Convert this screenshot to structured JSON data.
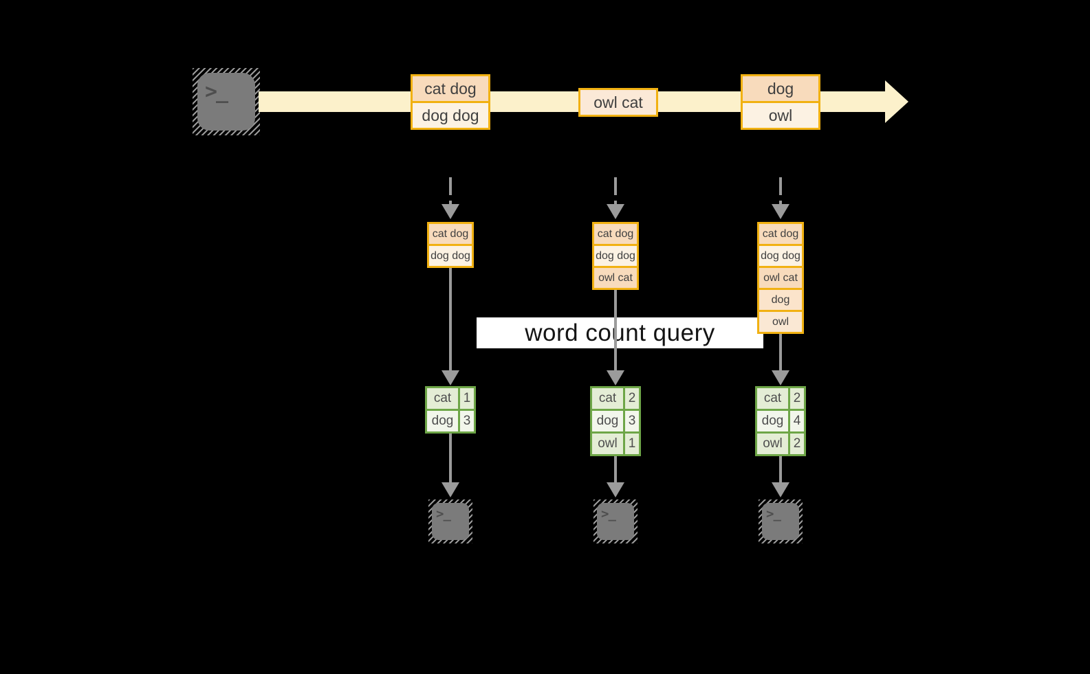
{
  "diagram_label": {
    "text": "word count query"
  },
  "stream": {
    "messages": [
      {
        "rows": [
          "cat dog",
          "dog dog"
        ]
      },
      {
        "rows": [
          "owl cat"
        ]
      },
      {
        "rows": [
          "dog",
          "owl"
        ]
      }
    ]
  },
  "stacks": [
    {
      "rows": [
        "cat dog",
        "dog dog"
      ]
    },
    {
      "rows": [
        "cat dog",
        "dog dog",
        "owl cat"
      ]
    },
    {
      "rows": [
        "cat dog",
        "dog dog",
        "owl cat",
        "dog",
        "owl"
      ]
    }
  ],
  "tables": [
    {
      "rows": [
        {
          "word": "cat",
          "count": "1"
        },
        {
          "word": "dog",
          "count": "3"
        }
      ]
    },
    {
      "rows": [
        {
          "word": "cat",
          "count": "2"
        },
        {
          "word": "dog",
          "count": "3"
        },
        {
          "word": "owl",
          "count": "1"
        }
      ]
    },
    {
      "rows": [
        {
          "word": "cat",
          "count": "2"
        },
        {
          "word": "dog",
          "count": "4"
        },
        {
          "word": "owl",
          "count": "2"
        }
      ]
    }
  ],
  "icons": {
    "terminal_glyph": ">_"
  },
  "palette": {
    "background": "#000000",
    "amber_border": "#f1b112",
    "stream_fill": "#fcf1cb",
    "peach_fill": "#f8dbbc",
    "cream_fill": "#fcf2e3",
    "soft_peach_fill": "#fbe9d7",
    "mid_peach_fill": "#fbe4cb",
    "light_peach_fill": "#fae8d4",
    "green_border": "#6ea647",
    "green_fill_a": "#e4edd5",
    "green_fill_b": "#f2f6eb",
    "arrow_gray": "#9b9b9b",
    "terminal_gray": "#7b7b7b",
    "label_bg": "#ffffff",
    "text_dark": "#3f3f3f"
  }
}
